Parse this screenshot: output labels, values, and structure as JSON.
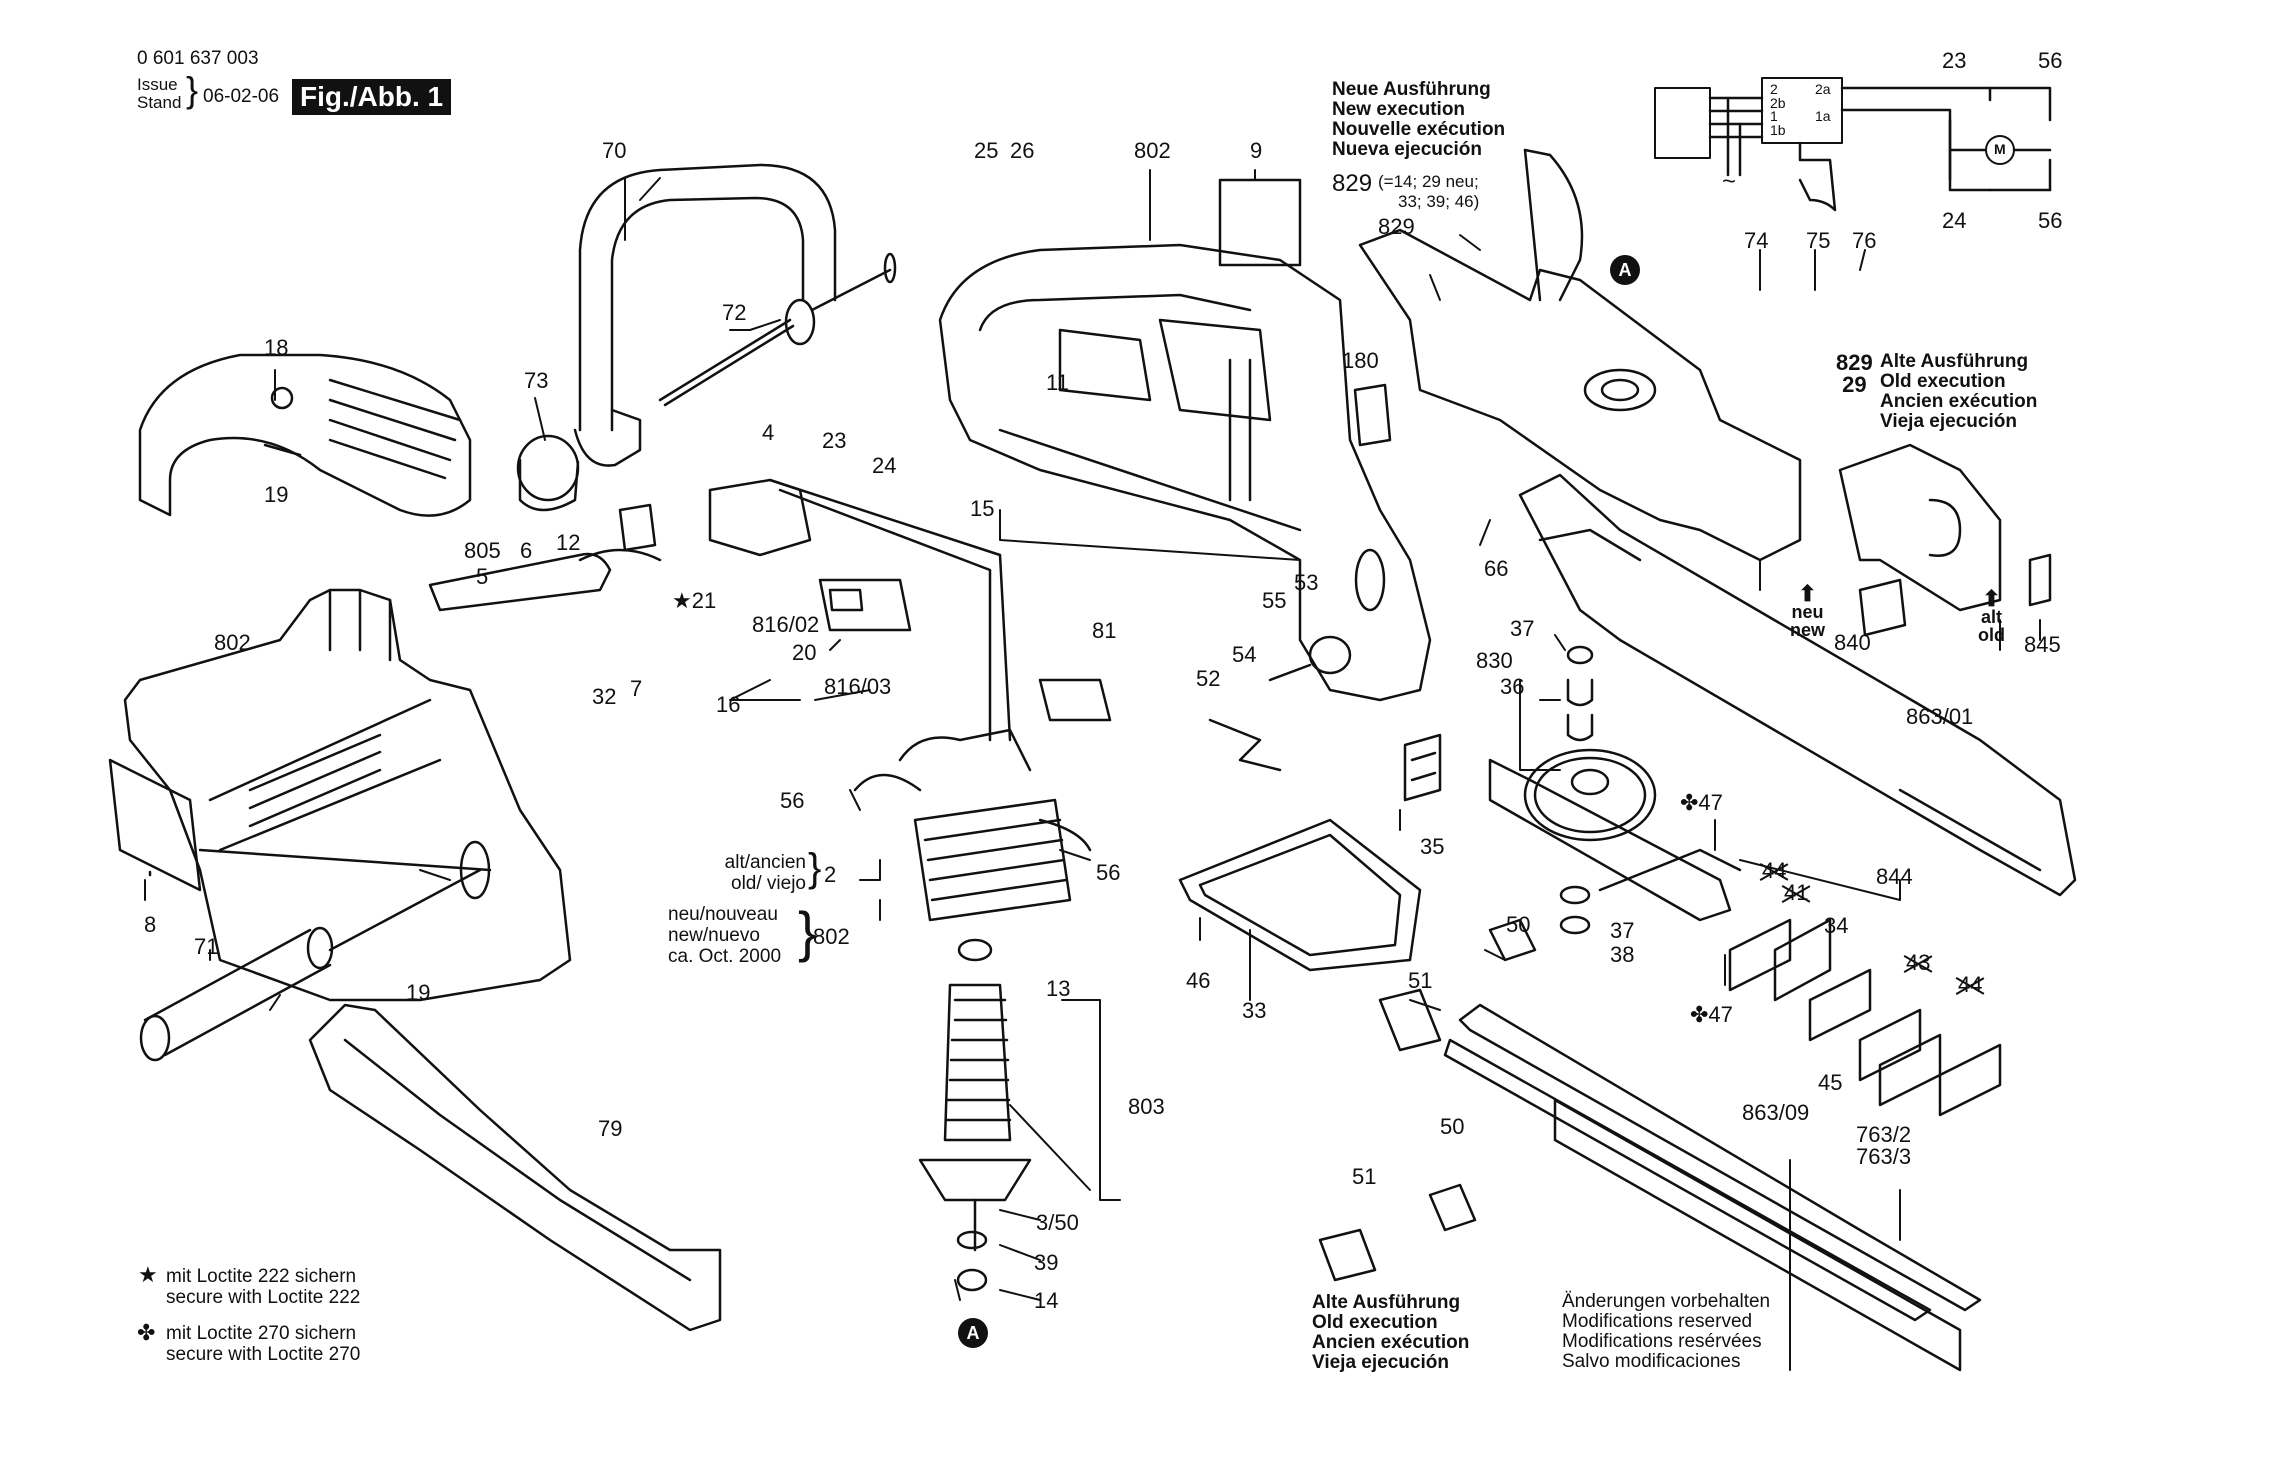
{
  "header": {
    "part_number": "0 601 637 003",
    "issue_label_1": "Issue",
    "issue_label_2": "Stand",
    "issue_date": "06-02-06",
    "figure_label": "Fig./Abb. 1"
  },
  "new_execution": {
    "lines": [
      "Neue Ausführung",
      "New execution",
      "Nouvelle exécution",
      "Nueva ejecución"
    ],
    "ref_num": "829",
    "ref_detail_1": "(=14; 29 neu;",
    "ref_detail_2": "33; 39; 46)"
  },
  "old_execution_right": {
    "ref_1": "829",
    "ref_2": "29",
    "lines": [
      "Alte Ausführung",
      "Old execution",
      "Ancien exécution",
      "Vieja ejecución"
    ]
  },
  "old_execution_bottom": {
    "lines": [
      "Alte Ausführung",
      "Old execution",
      "Ancien exécution",
      "Vieja ejecución"
    ]
  },
  "modifications": {
    "lines": [
      "Änderungen vorbehalten",
      "Modifications reserved",
      "Modifications resérvées",
      "Salvo modificaciones"
    ]
  },
  "legend": {
    "star_symbol": "★",
    "star_line_1": "mit Loctite 222 sichern",
    "star_line_2": "secure with Loctite 222",
    "clover_symbol": "✤",
    "clover_line_1": "mit Loctite 270 sichern",
    "clover_line_2": "secure with Loctite 270"
  },
  "armature_group": {
    "old_1": "alt/ancien",
    "old_2": "old/ viejo",
    "old_num": "2",
    "new_1": "neu/nouveau",
    "new_2": "new/nuevo",
    "new_3": "ca. Oct. 2000",
    "new_num": "802"
  },
  "wiring": {
    "terminals": [
      "2",
      "2b",
      "1",
      "1b",
      "2a",
      "1a"
    ],
    "motor": "M",
    "ac_symbol": "~",
    "labels": [
      "23",
      "56",
      "24",
      "56"
    ]
  },
  "new_old_arrows": {
    "neu": "neu",
    "new": "new",
    "alt": "alt",
    "old": "old"
  },
  "marker_a": "A",
  "part_labels": [
    {
      "id": "70",
      "text": "70"
    },
    {
      "id": "25",
      "text": "25"
    },
    {
      "id": "26",
      "text": "26"
    },
    {
      "id": "802a",
      "text": "802"
    },
    {
      "id": "9",
      "text": "9"
    },
    {
      "id": "18",
      "text": "18"
    },
    {
      "id": "72",
      "text": "72"
    },
    {
      "id": "73",
      "text": "73"
    },
    {
      "id": "19a",
      "text": "19"
    },
    {
      "id": "11",
      "text": "11"
    },
    {
      "id": "180",
      "text": "180"
    },
    {
      "id": "829b",
      "text": "829"
    },
    {
      "id": "74",
      "text": "74"
    },
    {
      "id": "75",
      "text": "75"
    },
    {
      "id": "76",
      "text": "76"
    },
    {
      "id": "4",
      "text": "4"
    },
    {
      "id": "23",
      "text": "23"
    },
    {
      "id": "24",
      "text": "24"
    },
    {
      "id": "12",
      "text": "12"
    },
    {
      "id": "805",
      "text": "805"
    },
    {
      "id": "6",
      "text": "6"
    },
    {
      "id": "5",
      "text": "5"
    },
    {
      "id": "21",
      "text": "★21"
    },
    {
      "id": "15",
      "text": "15"
    },
    {
      "id": "66",
      "text": "66"
    },
    {
      "id": "802b",
      "text": "802"
    },
    {
      "id": "816_02",
      "text": "816/02"
    },
    {
      "id": "20",
      "text": "20"
    },
    {
      "id": "32",
      "text": "32"
    },
    {
      "id": "7",
      "text": "7"
    },
    {
      "id": "16",
      "text": "16"
    },
    {
      "id": "816_03",
      "text": "816/03"
    },
    {
      "id": "81",
      "text": "81"
    },
    {
      "id": "53",
      "text": "53"
    },
    {
      "id": "55",
      "text": "55"
    },
    {
      "id": "54",
      "text": "54"
    },
    {
      "id": "52",
      "text": "52"
    },
    {
      "id": "37a",
      "text": "37"
    },
    {
      "id": "830",
      "text": "830"
    },
    {
      "id": "36",
      "text": "36"
    },
    {
      "id": "840",
      "text": "840"
    },
    {
      "id": "845",
      "text": "845"
    },
    {
      "id": "863_01",
      "text": "863/01"
    },
    {
      "id": "56a",
      "text": "56"
    },
    {
      "id": "56b",
      "text": "56"
    },
    {
      "id": "8",
      "text": "8"
    },
    {
      "id": "71",
      "text": "71"
    },
    {
      "id": "19b",
      "text": "19"
    },
    {
      "id": "35",
      "text": "35"
    },
    {
      "id": "47a",
      "text": "✤47"
    },
    {
      "id": "46",
      "text": "46"
    },
    {
      "id": "33",
      "text": "33"
    },
    {
      "id": "50a",
      "text": "50"
    },
    {
      "id": "37b",
      "text": "37"
    },
    {
      "id": "38",
      "text": "38"
    },
    {
      "id": "47b",
      "text": "✤47"
    },
    {
      "id": "844",
      "text": "844"
    },
    {
      "id": "34",
      "text": "34"
    },
    {
      "id": "51a",
      "text": "51"
    },
    {
      "id": "13",
      "text": "13"
    },
    {
      "id": "803",
      "text": "803"
    },
    {
      "id": "79",
      "text": "79"
    },
    {
      "id": "45",
      "text": "45"
    },
    {
      "id": "863_09",
      "text": "863/09"
    },
    {
      "id": "763_2",
      "text": "763/2"
    },
    {
      "id": "763_3",
      "text": "763/3"
    },
    {
      "id": "50b",
      "text": "50"
    },
    {
      "id": "51b",
      "text": "51"
    },
    {
      "id": "3_50",
      "text": "3/50"
    },
    {
      "id": "39",
      "text": "39"
    },
    {
      "id": "14",
      "text": "14"
    }
  ],
  "struck_labels": [
    {
      "id": "44a",
      "text": "44"
    },
    {
      "id": "41",
      "text": "41"
    },
    {
      "id": "43",
      "text": "43"
    },
    {
      "id": "44b",
      "text": "44"
    }
  ]
}
